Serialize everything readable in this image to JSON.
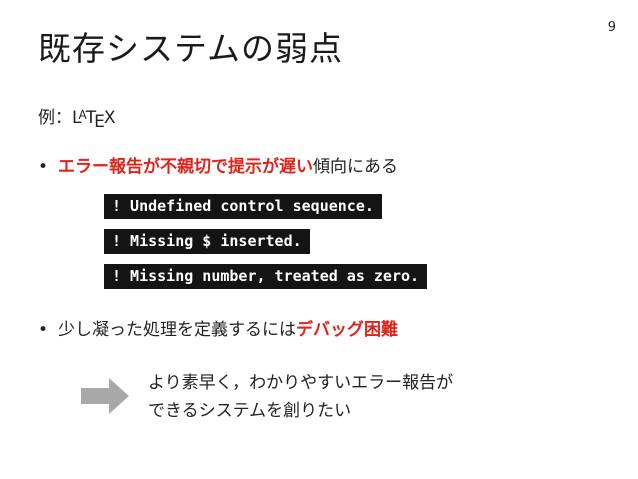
{
  "slide": {
    "page_number": "9",
    "title": "既存システムの弱点",
    "example_prefix": "例：",
    "latex": {
      "l": "L",
      "a": "A",
      "t": "T",
      "e": "E",
      "x": "X"
    },
    "bullets": [
      {
        "dot": "•",
        "red_text": "エラー報告が不親切で提示が遅い",
        "rest_text": "傾向にある"
      },
      {
        "dot": "•",
        "plain_text": "少し凝った処理を定義するには",
        "red_text": "デバッグ困難"
      }
    ],
    "errors": [
      "! Undefined control sequence.",
      "! Missing $ inserted.",
      "! Missing number, treated as zero."
    ],
    "conclusion_lines": [
      "より素早く，わかりやすいエラー報告が",
      "できるシステムを創りたい"
    ],
    "colors": {
      "accent_red": "#e0231b",
      "code_bg": "#141414",
      "arrow_gray": "#a8a8a8"
    },
    "icons": {
      "arrow": "right-arrow-icon"
    }
  }
}
